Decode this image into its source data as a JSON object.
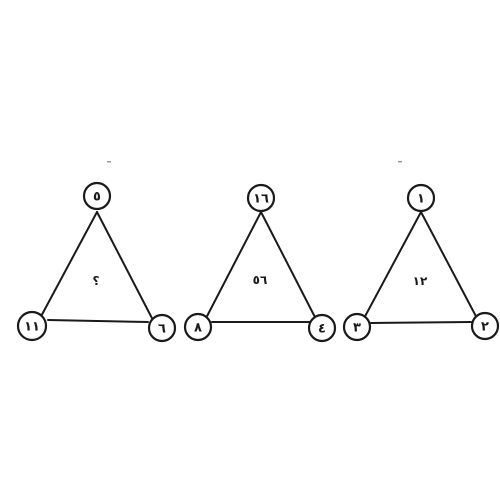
{
  "puzzle": {
    "triangles": [
      {
        "top": "٥",
        "bottom_left": "١١",
        "bottom_right": "٦",
        "center": "؟"
      },
      {
        "top": "١٦",
        "bottom_left": "٨",
        "bottom_right": "٤",
        "center": "٥٦"
      },
      {
        "top": "١",
        "bottom_left": "٣",
        "bottom_right": "٢",
        "center": "١٢"
      }
    ]
  }
}
